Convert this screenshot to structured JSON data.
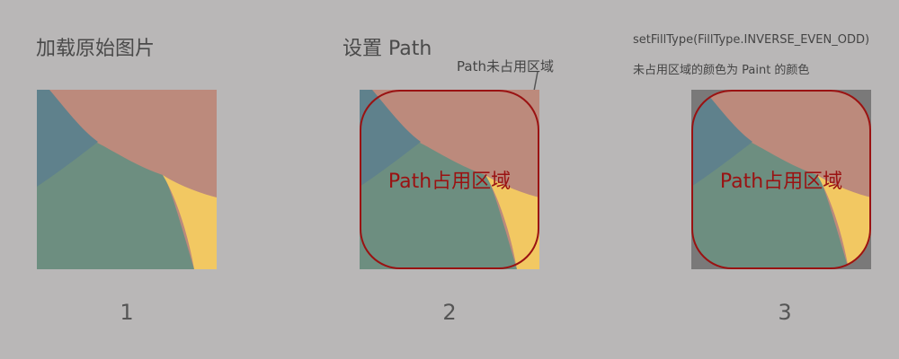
{
  "titles": {
    "step1": "加载原始图片",
    "step2": "设置 Path"
  },
  "notes": {
    "fill_type": "setFillType(FillType.INVERSE_EVEN_ODD)",
    "description": "未占用区域的颜色为 Paint 的颜色"
  },
  "callout": "Path未占用区域",
  "region_label": "Path占用区域",
  "numbers": [
    "1",
    "2",
    "3"
  ],
  "colors": {
    "background": "#b9b7b7",
    "blue": "#5f818c",
    "rose": "#bc8a7c",
    "green": "#6d8e80",
    "yellow": "#f2c862",
    "path_stroke": "#9a1212",
    "paint_gray": "#7a7979"
  }
}
